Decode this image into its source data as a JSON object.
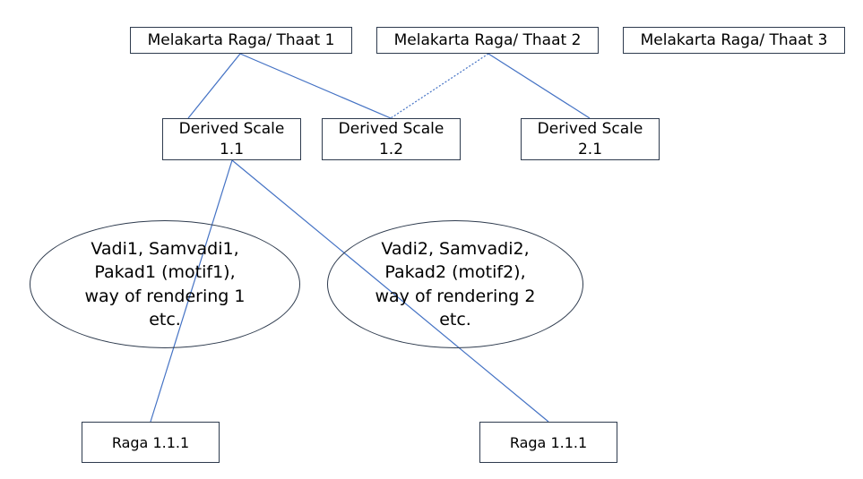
{
  "diagram": {
    "thaats": [
      "Melakarta Raga/ Thaat 1",
      "Melakarta Raga/ Thaat 2",
      "Melakarta Raga/ Thaat 3"
    ],
    "derived_scales": [
      {
        "line1": "Derived Scale",
        "line2": "1.1"
      },
      {
        "line1": "Derived Scale",
        "line2": "1.2"
      },
      {
        "line1": "Derived Scale",
        "line2": "2.1"
      }
    ],
    "characteristics": [
      {
        "lines": [
          "Vadi1, Samvadi1,",
          "Pakad1 (motif1),",
          "way of rendering 1",
          "etc."
        ]
      },
      {
        "lines": [
          "Vadi2, Samvadi2,",
          "Pakad2 (motif2),",
          "way of rendering 2",
          "etc."
        ]
      }
    ],
    "ragas": [
      "Raga 1.1.1",
      "Raga 1.1.1"
    ],
    "connectors": [
      {
        "from": "Melakarta Raga/ Thaat 1",
        "to": "Derived Scale 1.1",
        "style": "solid"
      },
      {
        "from": "Melakarta Raga/ Thaat 1",
        "to": "Derived Scale 1.2",
        "style": "solid"
      },
      {
        "from": "Melakarta Raga/ Thaat 2",
        "to": "Derived Scale 1.2",
        "style": "dotted"
      },
      {
        "from": "Melakarta Raga/ Thaat 2",
        "to": "Derived Scale 2.1",
        "style": "solid"
      },
      {
        "from": "Derived Scale 1.1",
        "to": "Raga 1.1.1 (left)",
        "style": "solid"
      },
      {
        "from": "Derived Scale 1.1",
        "to": "Raga 1.1.1 (right)",
        "style": "solid"
      }
    ],
    "colors": {
      "line": "#4472c4",
      "border": "#2e3b4e",
      "background": "#ffffff"
    }
  }
}
